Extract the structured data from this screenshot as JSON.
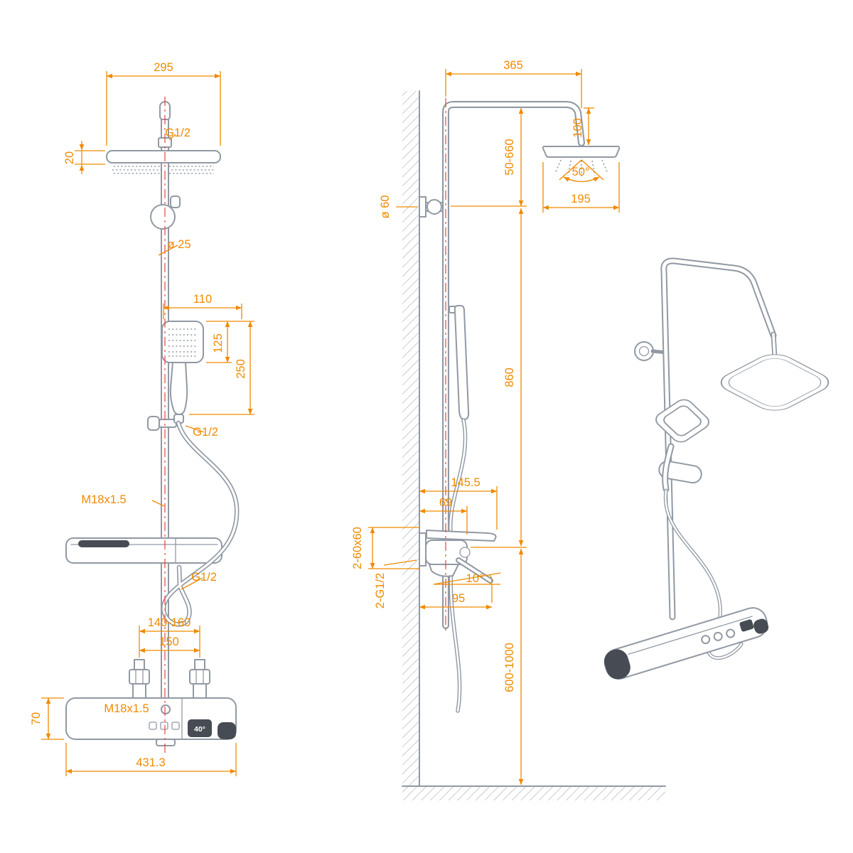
{
  "colors": {
    "dimension": "#F08A00",
    "outline": "#9199A3",
    "centerline": "#E6453C",
    "dark_detail": "#474C54",
    "background": "#FFFFFF"
  },
  "front": {
    "dim_head_width": "295",
    "thread_top": "G1/2",
    "dim_head_thickness": "20",
    "pipe_diameter": "ø 25",
    "dim_handshower_offset": "110",
    "dim_handshower_head": "125",
    "dim_handshower_length": "250",
    "thread_slider": "G1/2",
    "thread_column": "M18x1.5",
    "thread_hose": "G1/2",
    "dim_inlet_range": "140-160",
    "dim_inlet_spacing": "150",
    "dim_body_height": "70",
    "thread_inlet": "M18x1.5",
    "temp_display": "40°",
    "dim_body_width": "431.3"
  },
  "side": {
    "dim_arm_reach": "365",
    "dim_head_drop": "100",
    "dim_top_range": "50-660",
    "flange_diameter": "ø 60",
    "spray_angle": "50°",
    "dim_head_depth": "195",
    "dim_column_height": "860",
    "dim_shelf_depth": "145.5",
    "dim_wall_offset": "69",
    "escutcheon_label": "2-60x60",
    "inlet_label": "2-G1/2",
    "spout_angle": "10°",
    "dim_spout_reach": "95",
    "dim_install_height": "600-1000"
  }
}
